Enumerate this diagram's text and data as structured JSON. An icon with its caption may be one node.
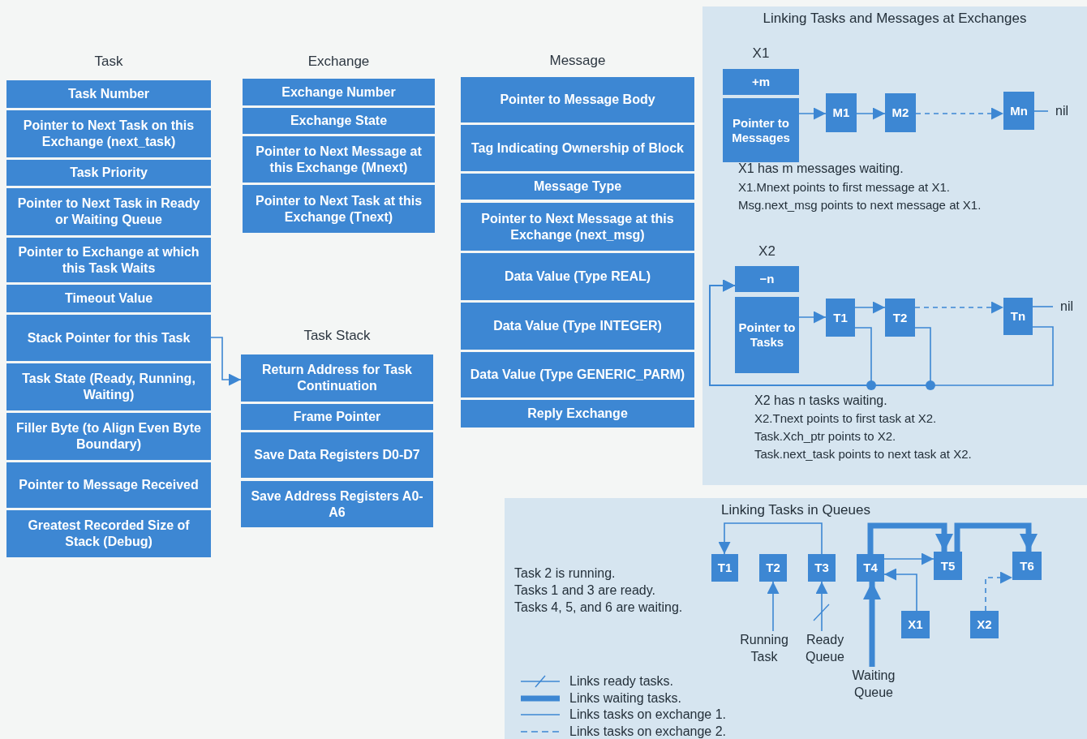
{
  "diagram": {
    "nodes": [
      {
        "text": [
          "Task"
        ]
      },
      {
        "text": [
          "Task Number"
        ],
        "in": 0
      },
      {
        "text": [
          "Pointer to Next Task on this Exchange (next_task)"
        ],
        "in": 0
      },
      {
        "text": [
          "Task Priority"
        ],
        "in": 0
      },
      {
        "text": [
          "Pointer to Next Task in Ready or Waiting Queue"
        ],
        "in": 0
      },
      {
        "text": [
          "Pointer to Exchange at which this Task Waits"
        ],
        "in": 0
      },
      {
        "text": [
          "Timeout Value"
        ],
        "in": 0
      },
      {
        "text": [
          "Stack Pointer for this Task"
        ],
        "in": 0
      },
      {
        "text": [
          "Task State (Ready, Running, Waiting)"
        ],
        "in": 0
      },
      {
        "text": [
          "Filler Byte (to Align Even Byte Boundary)"
        ],
        "in": 0
      },
      {
        "text": [
          "Pointer to Message Received"
        ],
        "in": 0
      },
      {
        "text": [
          "Greatest Recorded Size of Stack (Debug)"
        ],
        "in": 0
      },
      {
        "text": [
          "Exchange"
        ]
      },
      {
        "text": [
          "Exchange Number"
        ],
        "in": 12
      },
      {
        "text": [
          "Exchange State"
        ],
        "in": 12
      },
      {
        "text": [
          "Pointer to Next Message at this Exchange (Mnext)"
        ],
        "in": 12
      },
      {
        "text": [
          "Pointer to Next Task at this Exchange (Tnext)"
        ],
        "in": 12
      },
      {
        "text": [
          "Message"
        ]
      },
      {
        "text": [
          "Pointer to Message Body"
        ],
        "in": 17
      },
      {
        "text": [
          "Tag Indicating Ownership of Block"
        ],
        "in": 17
      },
      {
        "text": [
          "Message Type"
        ],
        "in": 17
      },
      {
        "text": [
          "Pointer to Next Message at this Exchange (next_msg)"
        ],
        "in": 17
      },
      {
        "text": [
          "Data Value (Type REAL)"
        ],
        "in": 17
      },
      {
        "text": [
          "Data Value (Type INTEGER)"
        ],
        "in": 17
      },
      {
        "text": [
          "Data Value (Type GENERIC_PARM)"
        ],
        "in": 17
      },
      {
        "text": [
          "Reply Exchange"
        ],
        "in": 17
      },
      {
        "text": [
          "Task Stack"
        ]
      },
      {
        "text": [
          "Return Address for Task Continuation"
        ],
        "in": 26
      },
      {
        "text": [
          "Frame Pointer"
        ],
        "in": 26
      },
      {
        "text": [
          "Save Data Registers D0-D7"
        ],
        "in": 26
      },
      {
        "text": [
          "Save Address Registers A0-A6"
        ],
        "in": 26
      },
      {
        "text": [
          "Linking Tasks and Messages at Exchanges"
        ]
      },
      {
        "text": [
          "X1"
        ],
        "in": 31
      },
      {
        "text": [
          "+m"
        ],
        "in": 32
      },
      {
        "text": [
          "Pointer to Messages"
        ],
        "in": 32
      },
      {
        "text": [
          "M1"
        ],
        "in": 31
      },
      {
        "text": [
          "M2"
        ],
        "in": 31
      },
      {
        "text": [
          "Mn"
        ],
        "in": 31
      },
      {
        "text": [
          "nil"
        ],
        "in": 31
      },
      {
        "text": [
          "X2"
        ],
        "in": 31
      },
      {
        "text": [
          "−n"
        ],
        "in": 39
      },
      {
        "text": [
          "Pointer to Tasks"
        ],
        "in": 39
      },
      {
        "text": [
          "T1"
        ],
        "in": 31
      },
      {
        "text": [
          "T2"
        ],
        "in": 31
      },
      {
        "text": [
          "Tn"
        ],
        "in": 31
      },
      {
        "text": [
          "nil"
        ],
        "in": 31
      },
      {
        "text": [
          "Linking Tasks in Queues"
        ]
      },
      {
        "text": [
          "T1"
        ],
        "in": 46
      },
      {
        "text": [
          "T2"
        ],
        "in": 46
      },
      {
        "text": [
          "T3"
        ],
        "in": 46
      },
      {
        "text": [
          "T4"
        ],
        "in": 46
      },
      {
        "text": [
          "T5"
        ],
        "in": 46
      },
      {
        "text": [
          "T6"
        ],
        "in": 46
      },
      {
        "text": [
          "X1"
        ],
        "in": 46
      },
      {
        "text": [
          "X2"
        ],
        "in": 46
      },
      {
        "text": [
          "Running Task"
        ],
        "in": 46
      },
      {
        "text": [
          "Ready Queue"
        ],
        "in": 46
      },
      {
        "text": [
          "Waiting Queue"
        ],
        "in": 46
      }
    ],
    "edges": [
      {
        "from": 7,
        "to": 27,
        "arrow": "to"
      },
      {
        "from": 34,
        "to": 35,
        "arrow": "to"
      },
      {
        "from": 35,
        "to": 36,
        "arrow": "to"
      },
      {
        "from": 36,
        "to": 37,
        "arrow": "to",
        "style": "dashed"
      },
      {
        "from": 37,
        "to": 38,
        "arrow": "none"
      },
      {
        "from": 41,
        "to": 42,
        "arrow": "to"
      },
      {
        "from": 42,
        "to": 43,
        "arrow": "to"
      },
      {
        "from": 43,
        "to": 44,
        "arrow": "to",
        "style": "dashed"
      },
      {
        "from": 44,
        "to": 45,
        "arrow": "none"
      },
      {
        "from": 42,
        "to": 40,
        "arrow": "to"
      },
      {
        "from": 43,
        "to": 40,
        "arrow": "to"
      },
      {
        "from": 44,
        "to": 40,
        "arrow": "to"
      },
      {
        "from": 49,
        "to": 47,
        "arrow": "to"
      },
      {
        "from": 55,
        "to": 48,
        "arrow": "to"
      },
      {
        "from": 56,
        "to": 49,
        "arrow": "to"
      },
      {
        "from": 57,
        "to": 50,
        "arrow": "to",
        "style": "thick"
      },
      {
        "from": 50,
        "to": 51,
        "arrow": "to",
        "style": "thick"
      },
      {
        "from": 51,
        "to": 52,
        "arrow": "to",
        "style": "thick"
      },
      {
        "from": 50,
        "to": 51,
        "arrow": "to"
      },
      {
        "from": 53,
        "to": 50,
        "arrow": "to"
      },
      {
        "from": 54,
        "to": 52,
        "arrow": "to",
        "style": "dashed"
      }
    ],
    "labels": [
      "X1 has m messages waiting.",
      "X1.Mnext points to first message at X1.",
      "Msg.next_msg points to next message at X1.",
      "X2 has n tasks waiting.",
      "X2.Tnext points to first task at X2.",
      "Task.Xch_ptr points to X2.",
      "Task.next_task points to next task at X2.",
      "Task 2 is running.",
      "Tasks 1 and 3 are ready.",
      "Tasks 4, 5, and 6 are waiting."
    ],
    "legend": [
      {
        "text": "Links ready tasks."
      },
      {
        "text": "Links waiting tasks."
      },
      {
        "text": "Links tasks on exchange 1."
      },
      {
        "text": "Links tasks on exchange 2."
      }
    ]
  }
}
